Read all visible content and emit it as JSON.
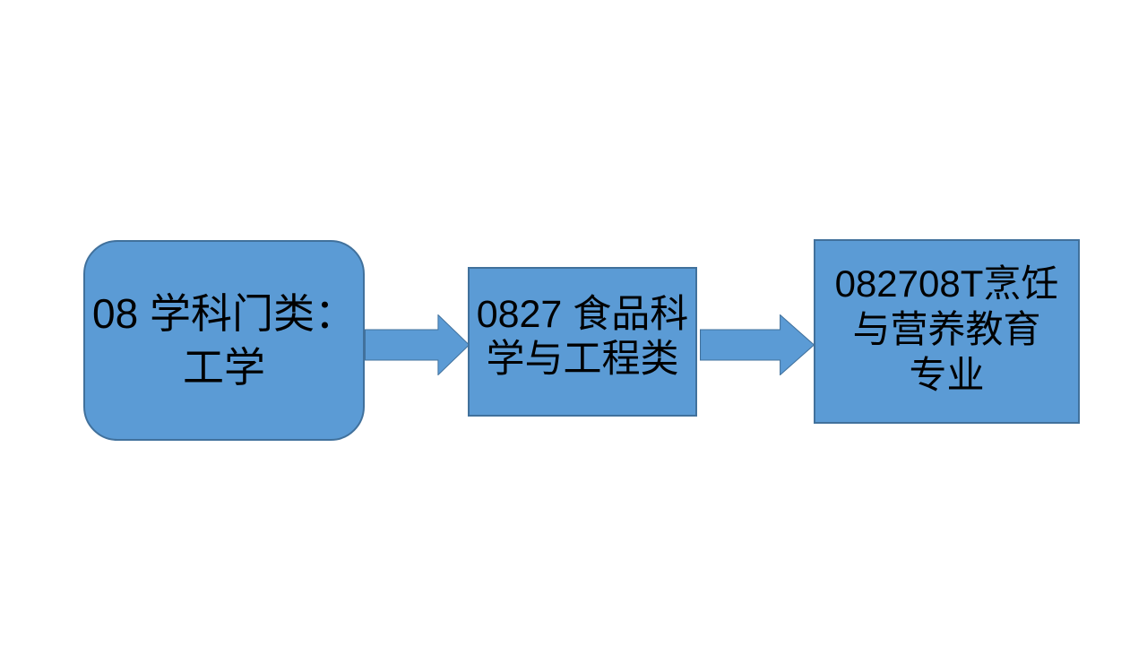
{
  "slide": {
    "background": "#ffffff"
  },
  "diagram": {
    "colors": {
      "node-fill": "#5b9bd5",
      "node-border": "#41719c",
      "text": "#000000"
    },
    "nodes": [
      {
        "id": "level-1",
        "shape": "rounded-rectangle",
        "label": "08 学科门类：工学",
        "lines": [
          "08 学科门类：",
          "工学"
        ]
      },
      {
        "id": "level-2",
        "shape": "rectangle",
        "label": "0827 食品科学与工程类",
        "lines": [
          "0827 食品科",
          "学与工程类"
        ]
      },
      {
        "id": "level-3",
        "shape": "rectangle",
        "label": "082708T烹饪与营养教育专业",
        "lines": [
          "082708T烹饪",
          "与营养教育",
          "专业"
        ]
      }
    ],
    "connectors": [
      {
        "from": "level-1",
        "to": "level-2",
        "type": "block-arrow-right"
      },
      {
        "from": "level-2",
        "to": "level-3",
        "type": "block-arrow-right"
      }
    ]
  }
}
